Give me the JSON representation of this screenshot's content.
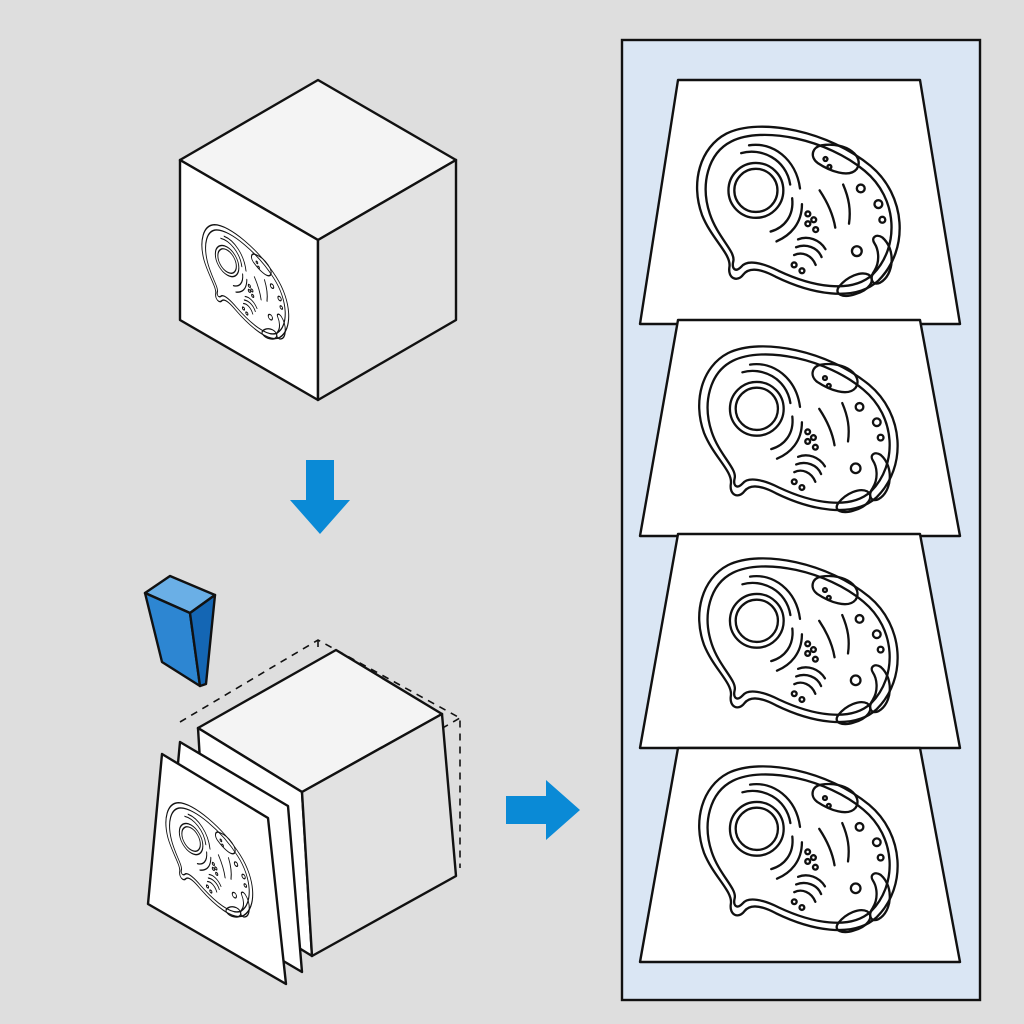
{
  "colors": {
    "background": "#dedede",
    "panel": "#dae6f4",
    "arrow": "#0a8ad6",
    "blade_light": "#6aafe6",
    "blade_mid": "#2d86d2",
    "blade_dark": "#1466b4",
    "cube_top": "#f4f4f4",
    "cube_side": "#e2e2e2",
    "paper": "#ffffff"
  },
  "diagram": {
    "steps": [
      "cell-block",
      "microtome-slicing",
      "serial-sections"
    ],
    "icons": [
      "down-arrow-icon",
      "right-arrow-icon",
      "microtome-blade-icon"
    ],
    "section_count": 4
  }
}
